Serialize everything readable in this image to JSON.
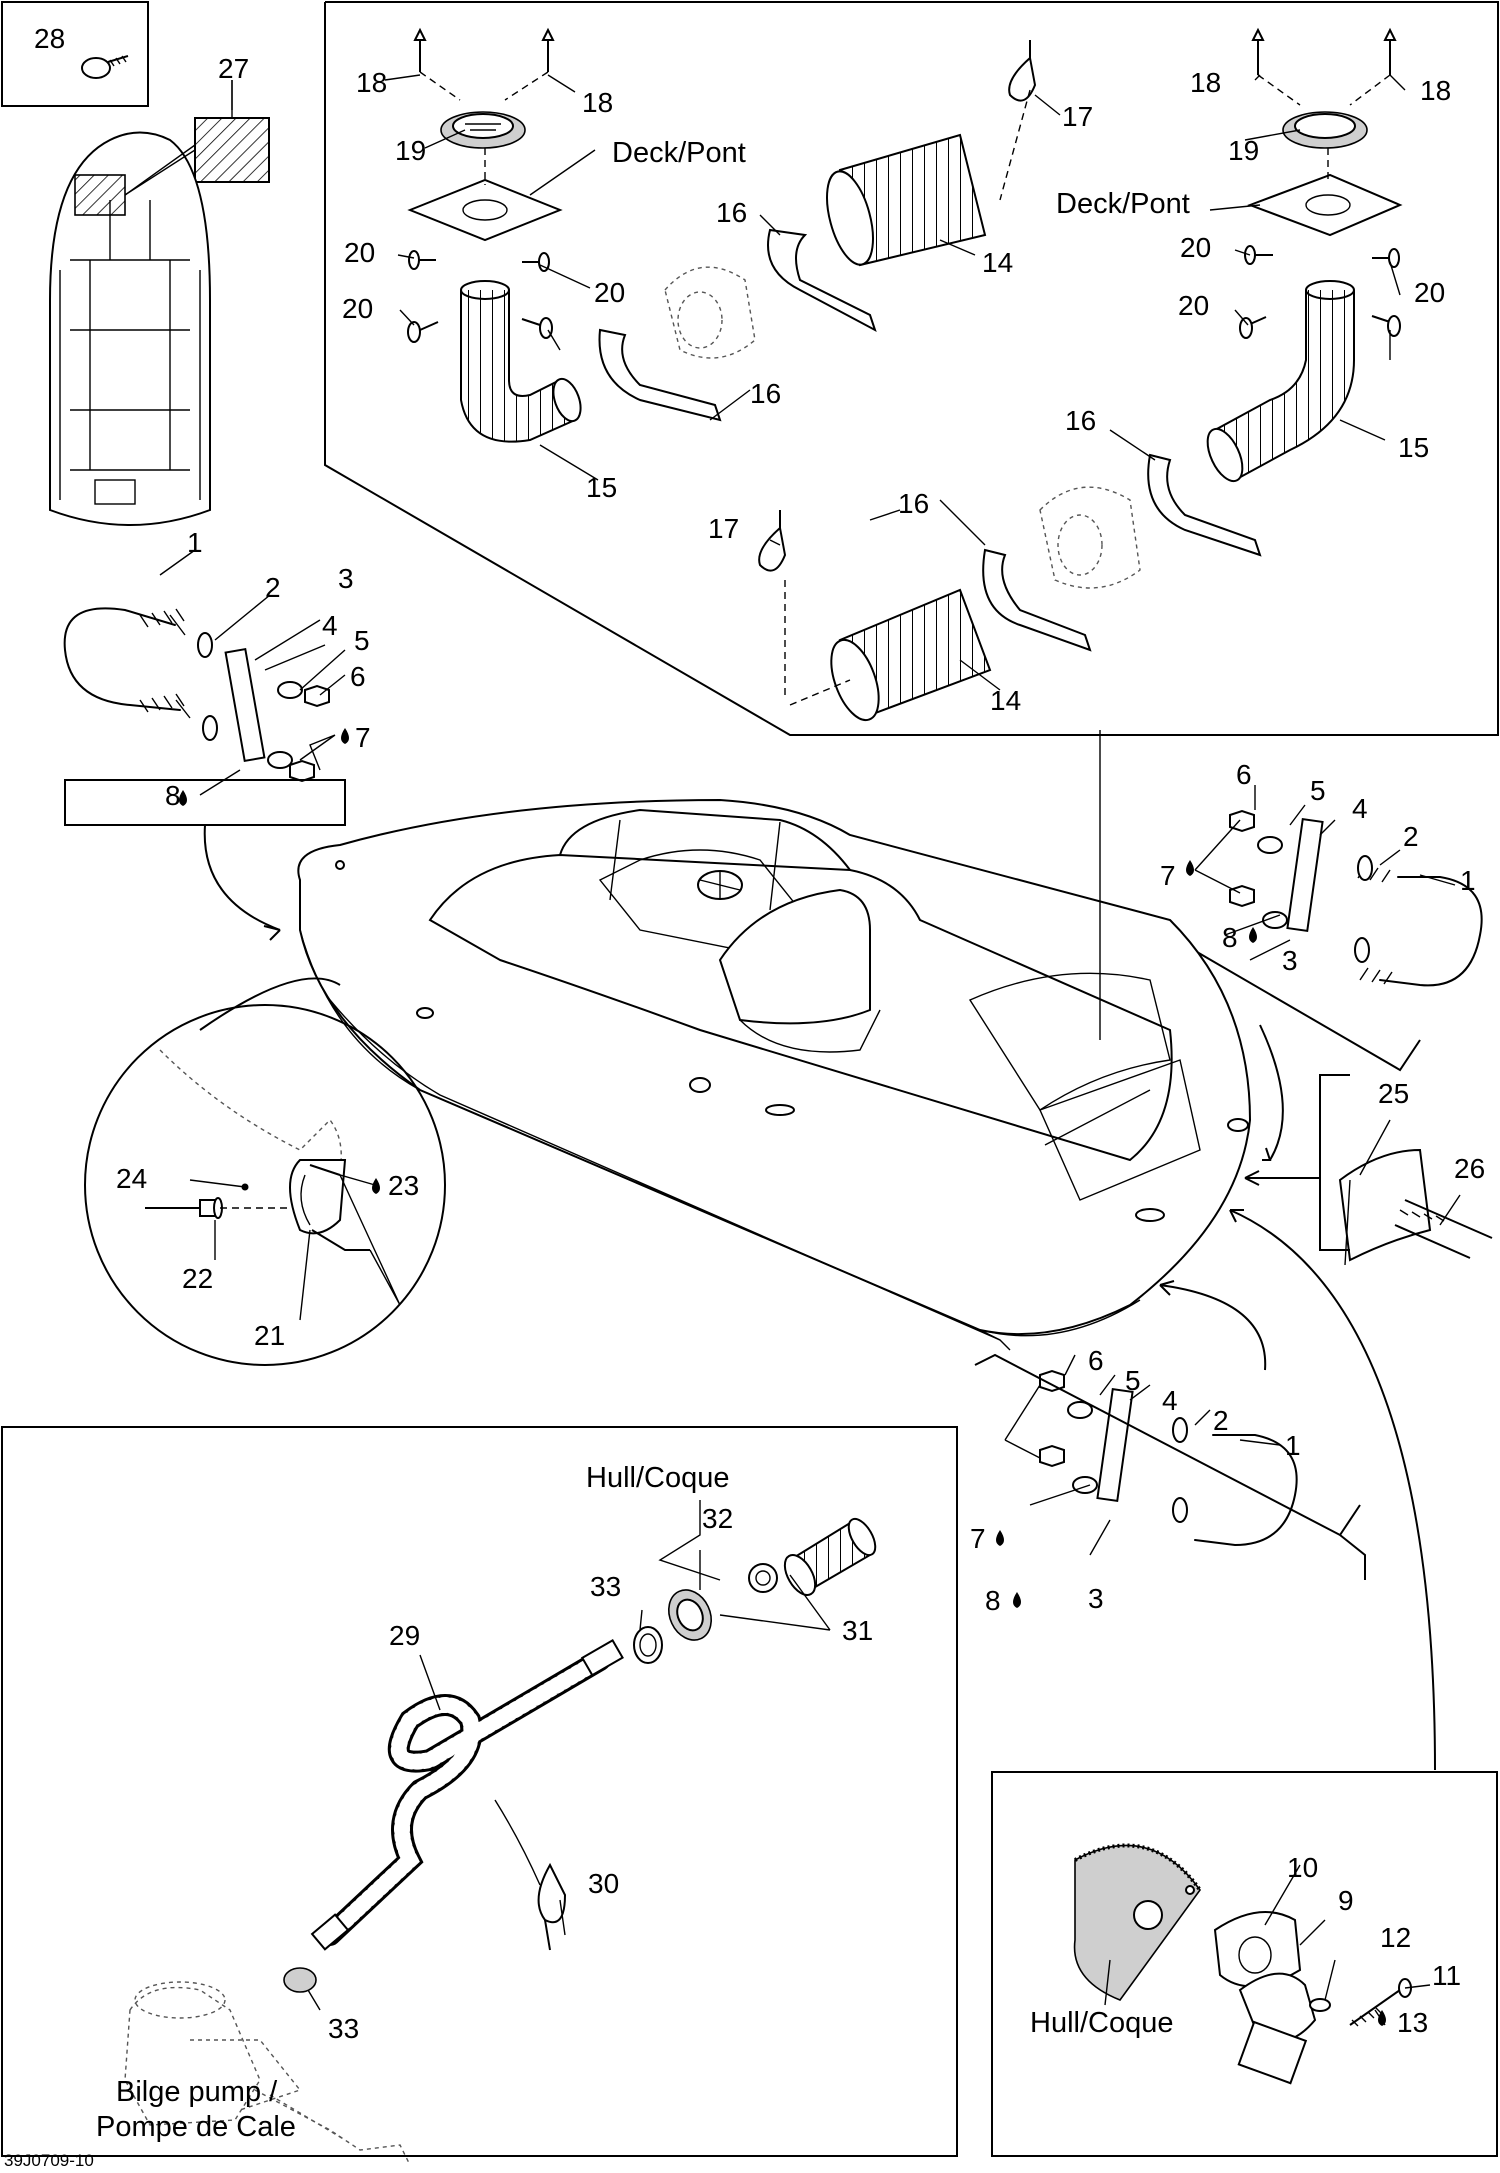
{
  "labels": {
    "deck_left": "Deck/Pont",
    "deck_right": "Deck/Pont",
    "hull_bottom_left": "Hull/Coque",
    "hull_bottom_right": "Hull/Coque",
    "bilge_line1": "Bilge pump /",
    "bilge_line2": "Pompe de Cale",
    "drawing_ref": "39J0709-10"
  },
  "callouts": {
    "c28": "28",
    "c27": "27",
    "c18a": "18",
    "c18b": "18",
    "c18c": "18",
    "c18d": "18",
    "c19a": "19",
    "c19b": "19",
    "c17a": "17",
    "c17b": "17",
    "c16a": "16",
    "c16b": "16",
    "c16c": "16",
    "c16d": "16",
    "c14a": "14",
    "c14b": "14",
    "c15a": "15",
    "c15b": "15",
    "c20a": "20",
    "c20b": "20",
    "c20c": "20",
    "c20d": "20",
    "c20e": "20",
    "c20f": "20",
    "l1": "1",
    "l2": "2",
    "l3": "3",
    "l4": "4",
    "l5": "5",
    "l6": "6",
    "l7": "7",
    "l8": "8",
    "r1": "1",
    "r2": "2",
    "r3": "3",
    "r4": "4",
    "r5": "5",
    "r6": "6",
    "r7": "7",
    "r8": "8",
    "b1": "1",
    "b2": "2",
    "b3": "3",
    "b4": "4",
    "b5": "5",
    "b6": "6",
    "b7": "7",
    "b8": "8",
    "c21": "21",
    "c22": "22",
    "c23": "23",
    "c24": "24",
    "c25": "25",
    "c26": "26",
    "c29": "29",
    "c30": "30",
    "c31": "31",
    "c32": "32",
    "c33a": "33",
    "c33b": "33",
    "c9": "9",
    "c10": "10",
    "c11": "11",
    "c12": "12",
    "c13": "13"
  },
  "icons": {
    "adhesive": "drop-icon",
    "fastener": "screw-icon",
    "vent": "vent-cap-icon",
    "hose": "corrugated-hose-icon",
    "clamp": "cable-tie-icon"
  }
}
